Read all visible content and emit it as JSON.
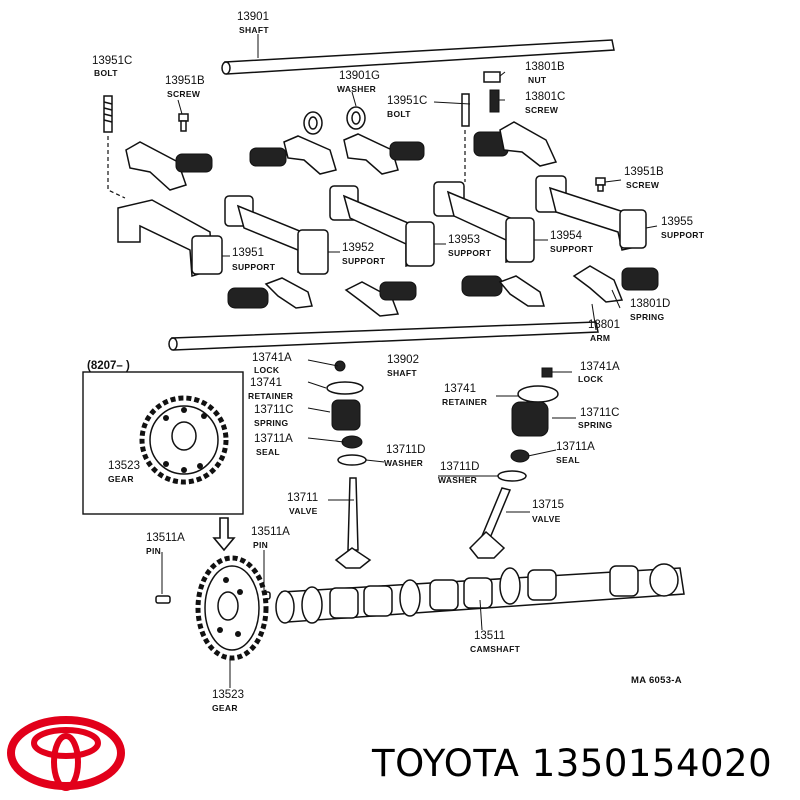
{
  "brand": {
    "name": "TOYOTA",
    "part_number": "1350154020",
    "logo_color": "#e2001a"
  },
  "diagram": {
    "code": "MA 6053-A",
    "date_range": "(8207–          )",
    "labels": [
      {
        "num": "13901",
        "name": "SHAFT"
      },
      {
        "num": "13951C",
        "name": "BOLT"
      },
      {
        "num": "13951B",
        "name": "SCREW"
      },
      {
        "num": "13901G",
        "name": "WASHER"
      },
      {
        "num": "13951C",
        "name": "BOLT"
      },
      {
        "num": "13801B",
        "name": "NUT"
      },
      {
        "num": "13801C",
        "name": "SCREW"
      },
      {
        "num": "13951B",
        "name": "SCREW"
      },
      {
        "num": "13955",
        "name": "SUPPORT"
      },
      {
        "num": "13951",
        "name": "SUPPORT"
      },
      {
        "num": "13952",
        "name": "SUPPORT"
      },
      {
        "num": "13953",
        "name": "SUPPORT"
      },
      {
        "num": "13954",
        "name": "SUPPORT"
      },
      {
        "num": "13801D",
        "name": "SPRING"
      },
      {
        "num": "13801",
        "name": "ARM"
      },
      {
        "num": "13741A",
        "name": "LOCK"
      },
      {
        "num": "13741",
        "name": "RETAINER"
      },
      {
        "num": "13711C",
        "name": "SPRING"
      },
      {
        "num": "13711A",
        "name": "SEAL"
      },
      {
        "num": "13711D",
        "name": "WASHER"
      },
      {
        "num": "13902",
        "name": "SHAFT"
      },
      {
        "num": "13741A",
        "name": "LOCK"
      },
      {
        "num": "13741",
        "name": "RETAINER"
      },
      {
        "num": "13711C",
        "name": "SPRING"
      },
      {
        "num": "13711A",
        "name": "SEAL"
      },
      {
        "num": "13711D",
        "name": "WASHER"
      },
      {
        "num": "13523",
        "name": "GEAR"
      },
      {
        "num": "13711",
        "name": "VALVE"
      },
      {
        "num": "13715",
        "name": "VALVE"
      },
      {
        "num": "13511A",
        "name": "PIN"
      },
      {
        "num": "13511A",
        "name": "PIN"
      },
      {
        "num": "13511",
        "name": "CAMSHAFT"
      },
      {
        "num": "13523",
        "name": "GEAR"
      }
    ]
  }
}
